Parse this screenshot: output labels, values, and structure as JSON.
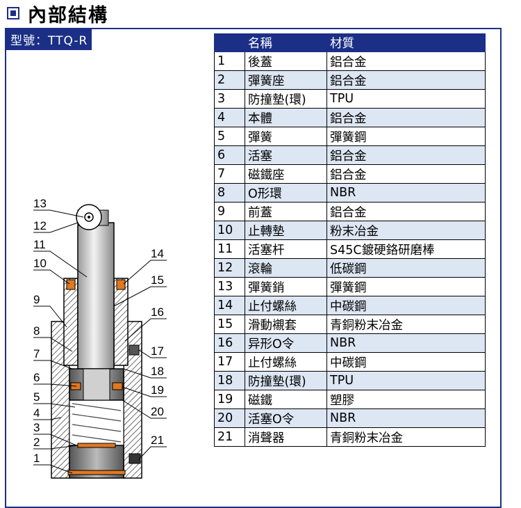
{
  "page": {
    "title": "內部結構"
  },
  "model": {
    "label": "型號：TTQ-R"
  },
  "table": {
    "headers": [
      "",
      "名稱",
      "材質"
    ],
    "rows": [
      {
        "no": "1",
        "name": "後蓋",
        "material": "鋁合金"
      },
      {
        "no": "2",
        "name": "彈簧座",
        "material": "鋁合金"
      },
      {
        "no": "3",
        "name": "防撞墊(環)",
        "material": "TPU"
      },
      {
        "no": "4",
        "name": "本體",
        "material": "鋁合金"
      },
      {
        "no": "5",
        "name": "彈簧",
        "material": "彈簧鋼"
      },
      {
        "no": "6",
        "name": "活塞",
        "material": "鋁合金"
      },
      {
        "no": "7",
        "name": "磁鐵座",
        "material": "鋁合金"
      },
      {
        "no": "8",
        "name": "O形環",
        "material": "NBR"
      },
      {
        "no": "9",
        "name": "前蓋",
        "material": "鋁合金"
      },
      {
        "no": "10",
        "name": "止轉墊",
        "material": "粉末冶金"
      },
      {
        "no": "11",
        "name": "活塞杆",
        "material": "S45C鍍硬鉻研磨棒"
      },
      {
        "no": "12",
        "name": "滾輪",
        "material": "低碳鋼"
      },
      {
        "no": "13",
        "name": "彈簧銷",
        "material": "彈簧鋼"
      },
      {
        "no": "14",
        "name": "止付螺絲",
        "material": "中碳鋼"
      },
      {
        "no": "15",
        "name": "滑動襯套",
        "material": "青銅粉末冶金"
      },
      {
        "no": "16",
        "name": "异形O令",
        "material": "NBR"
      },
      {
        "no": "17",
        "name": "止付螺絲",
        "material": "中碳鋼"
      },
      {
        "no": "18",
        "name": "防撞墊(環)",
        "material": "TPU"
      },
      {
        "no": "19",
        "name": "磁鐵",
        "material": "塑膠"
      },
      {
        "no": "20",
        "name": "活塞O令",
        "material": "NBR"
      },
      {
        "no": "21",
        "name": "消聲器",
        "material": "青銅粉末冶金"
      }
    ]
  },
  "diagram": {
    "callouts_left": [
      "13",
      "12",
      "11",
      "10",
      "9",
      "8",
      "7",
      "6",
      "5",
      "4",
      "3",
      "2",
      "1"
    ],
    "callouts_right": [
      "14",
      "15",
      "16",
      "17",
      "18",
      "19",
      "20",
      "21"
    ]
  },
  "colors": {
    "accent": "#1c2f86",
    "row_alt": "#dde6f3"
  }
}
